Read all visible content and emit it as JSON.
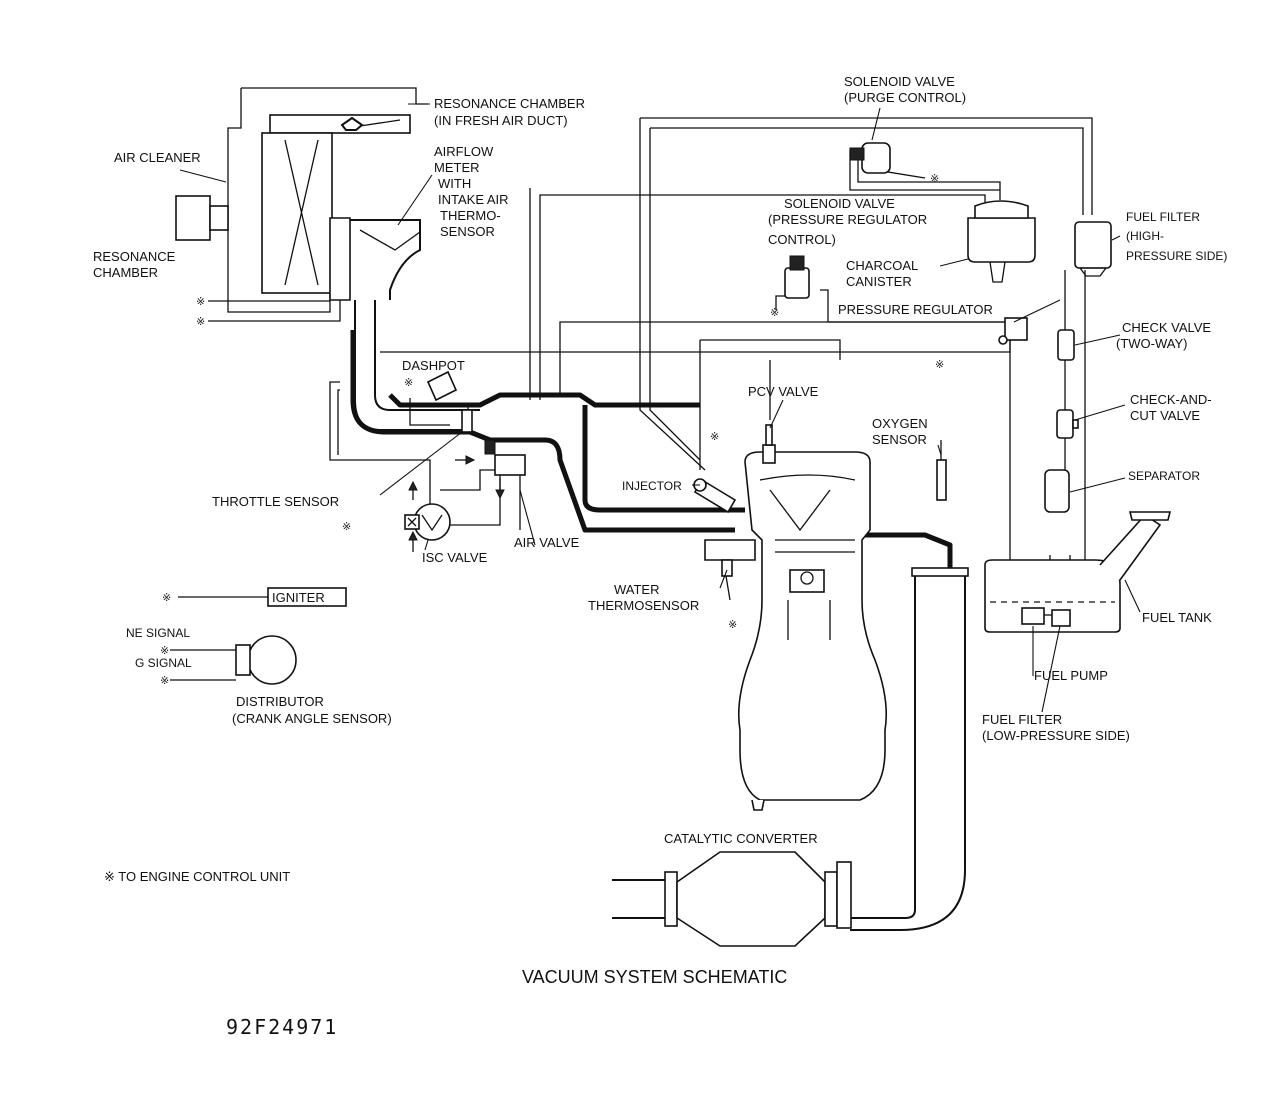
{
  "title": "VACUUM SYSTEM SCHEMATIC",
  "figure_code": "92F24971",
  "legend_note": "※ TO ENGINE CONTROL UNIT",
  "ecu_marker": "※",
  "labels": {
    "resonance_chamber_fresh_1": "RESONANCE CHAMBER",
    "resonance_chamber_fresh_2": "(IN FRESH AIR DUCT)",
    "air_cleaner": "AIR CLEANER",
    "airflow_meter_1": "AIRFLOW",
    "airflow_meter_2": "METER",
    "airflow_meter_3": "WITH",
    "airflow_meter_4": "INTAKE AIR",
    "airflow_meter_5": "THERMO-",
    "airflow_meter_6": "SENSOR",
    "resonance_chamber_1": "RESONANCE",
    "resonance_chamber_2": "CHAMBER",
    "solenoid_purge_1": "SOLENOID VALVE",
    "solenoid_purge_2": "(PURGE CONTROL)",
    "solenoid_pressure_1": "SOLENOID VALVE",
    "solenoid_pressure_2": "(PRESSURE REGULATOR",
    "solenoid_pressure_3": "CONTROL)",
    "charcoal_canister_1": "CHARCOAL",
    "charcoal_canister_2": "CANISTER",
    "pressure_regulator": "PRESSURE REGULATOR",
    "fuel_filter_high_1": "FUEL FILTER",
    "fuel_filter_high_2": "(HIGH-",
    "fuel_filter_high_3": "PRESSURE SIDE)",
    "check_valve_1": "CHECK VALVE",
    "check_valve_2": "(TWO-WAY)",
    "check_and_cut_1": "CHECK-AND-",
    "check_and_cut_2": "CUT VALVE",
    "separator": "SEPARATOR",
    "dashpot": "DASHPOT",
    "pcv_valve": "PCV VALVE",
    "oxygen_sensor_1": "OXYGEN",
    "oxygen_sensor_2": "SENSOR",
    "injector": "INJECTOR",
    "throttle_sensor": "THROTTLE SENSOR",
    "air_valve": "AIR VALVE",
    "isc_valve": "ISC VALVE",
    "water_thermo_1": "WATER",
    "water_thermo_2": "THERMOSENSOR",
    "fuel_tank": "FUEL TANK",
    "fuel_pump": "FUEL PUMP",
    "fuel_filter_low_1": "FUEL FILTER",
    "fuel_filter_low_2": "(LOW-PRESSURE SIDE)",
    "igniter": "IGNITER",
    "ne_signal": "NE SIGNAL",
    "g_signal": "G SIGNAL",
    "distributor_1": "DISTRIBUTOR",
    "distributor_2": "(CRANK ANGLE SENSOR)",
    "catalytic_converter": "CATALYTIC CONVERTER"
  }
}
